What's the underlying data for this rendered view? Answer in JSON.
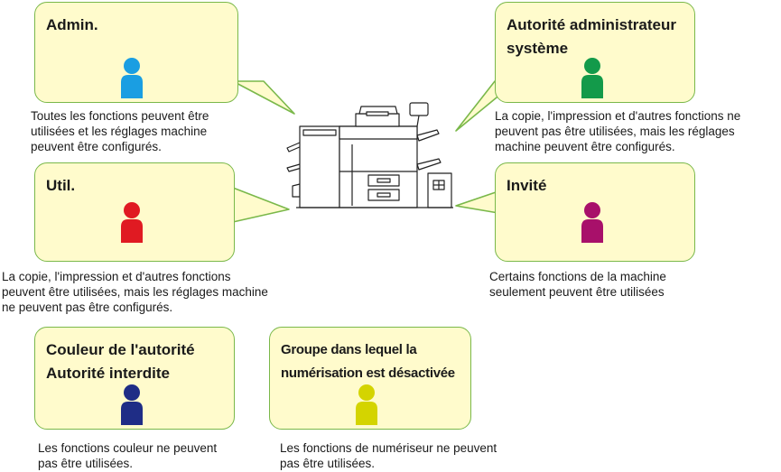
{
  "roles": {
    "admin": {
      "title": [
        "Admin."
      ],
      "description": [
        "Toutes les fonctions peuvent être",
        "utilisées et les réglages machine",
        "peuvent être configurés."
      ],
      "color": "#1a9ee2"
    },
    "sysadmin": {
      "title": [
        "Autorité administrateur",
        "système"
      ],
      "description": [
        "La copie, l'impression et d'autres fonctions ne",
        "peuvent pas être utilisées, mais les réglages",
        "machine peuvent être configurés."
      ],
      "color": "#139a4a"
    },
    "user": {
      "title": [
        "Util."
      ],
      "description": [
        "La copie, l'impression et d'autres fonctions",
        "peuvent être utilisées, mais les réglages machine",
        "ne peuvent pas être configurés."
      ],
      "color": "#e01a22"
    },
    "guest": {
      "title": [
        "Invité"
      ],
      "description": [
        "Certains fonctions de la machine",
        "seulement peuvent être utilisées"
      ],
      "color": "#a8106a"
    },
    "color_forbidden": {
      "title": [
        "Couleur de l'autorité",
        "Autorité interdite"
      ],
      "description": [
        "Les fonctions couleur ne peuvent",
        "pas être utilisées."
      ],
      "color": "#1f2d86"
    },
    "scan_disabled": {
      "title": [
        "Groupe dans lequel la",
        "numérisation est désactivée"
      ],
      "description": [
        "Les fonctions de numériseur ne peuvent",
        "pas être utilisées."
      ],
      "color": "#d4d400"
    }
  },
  "printer_icon": "multifunction-printer-icon"
}
